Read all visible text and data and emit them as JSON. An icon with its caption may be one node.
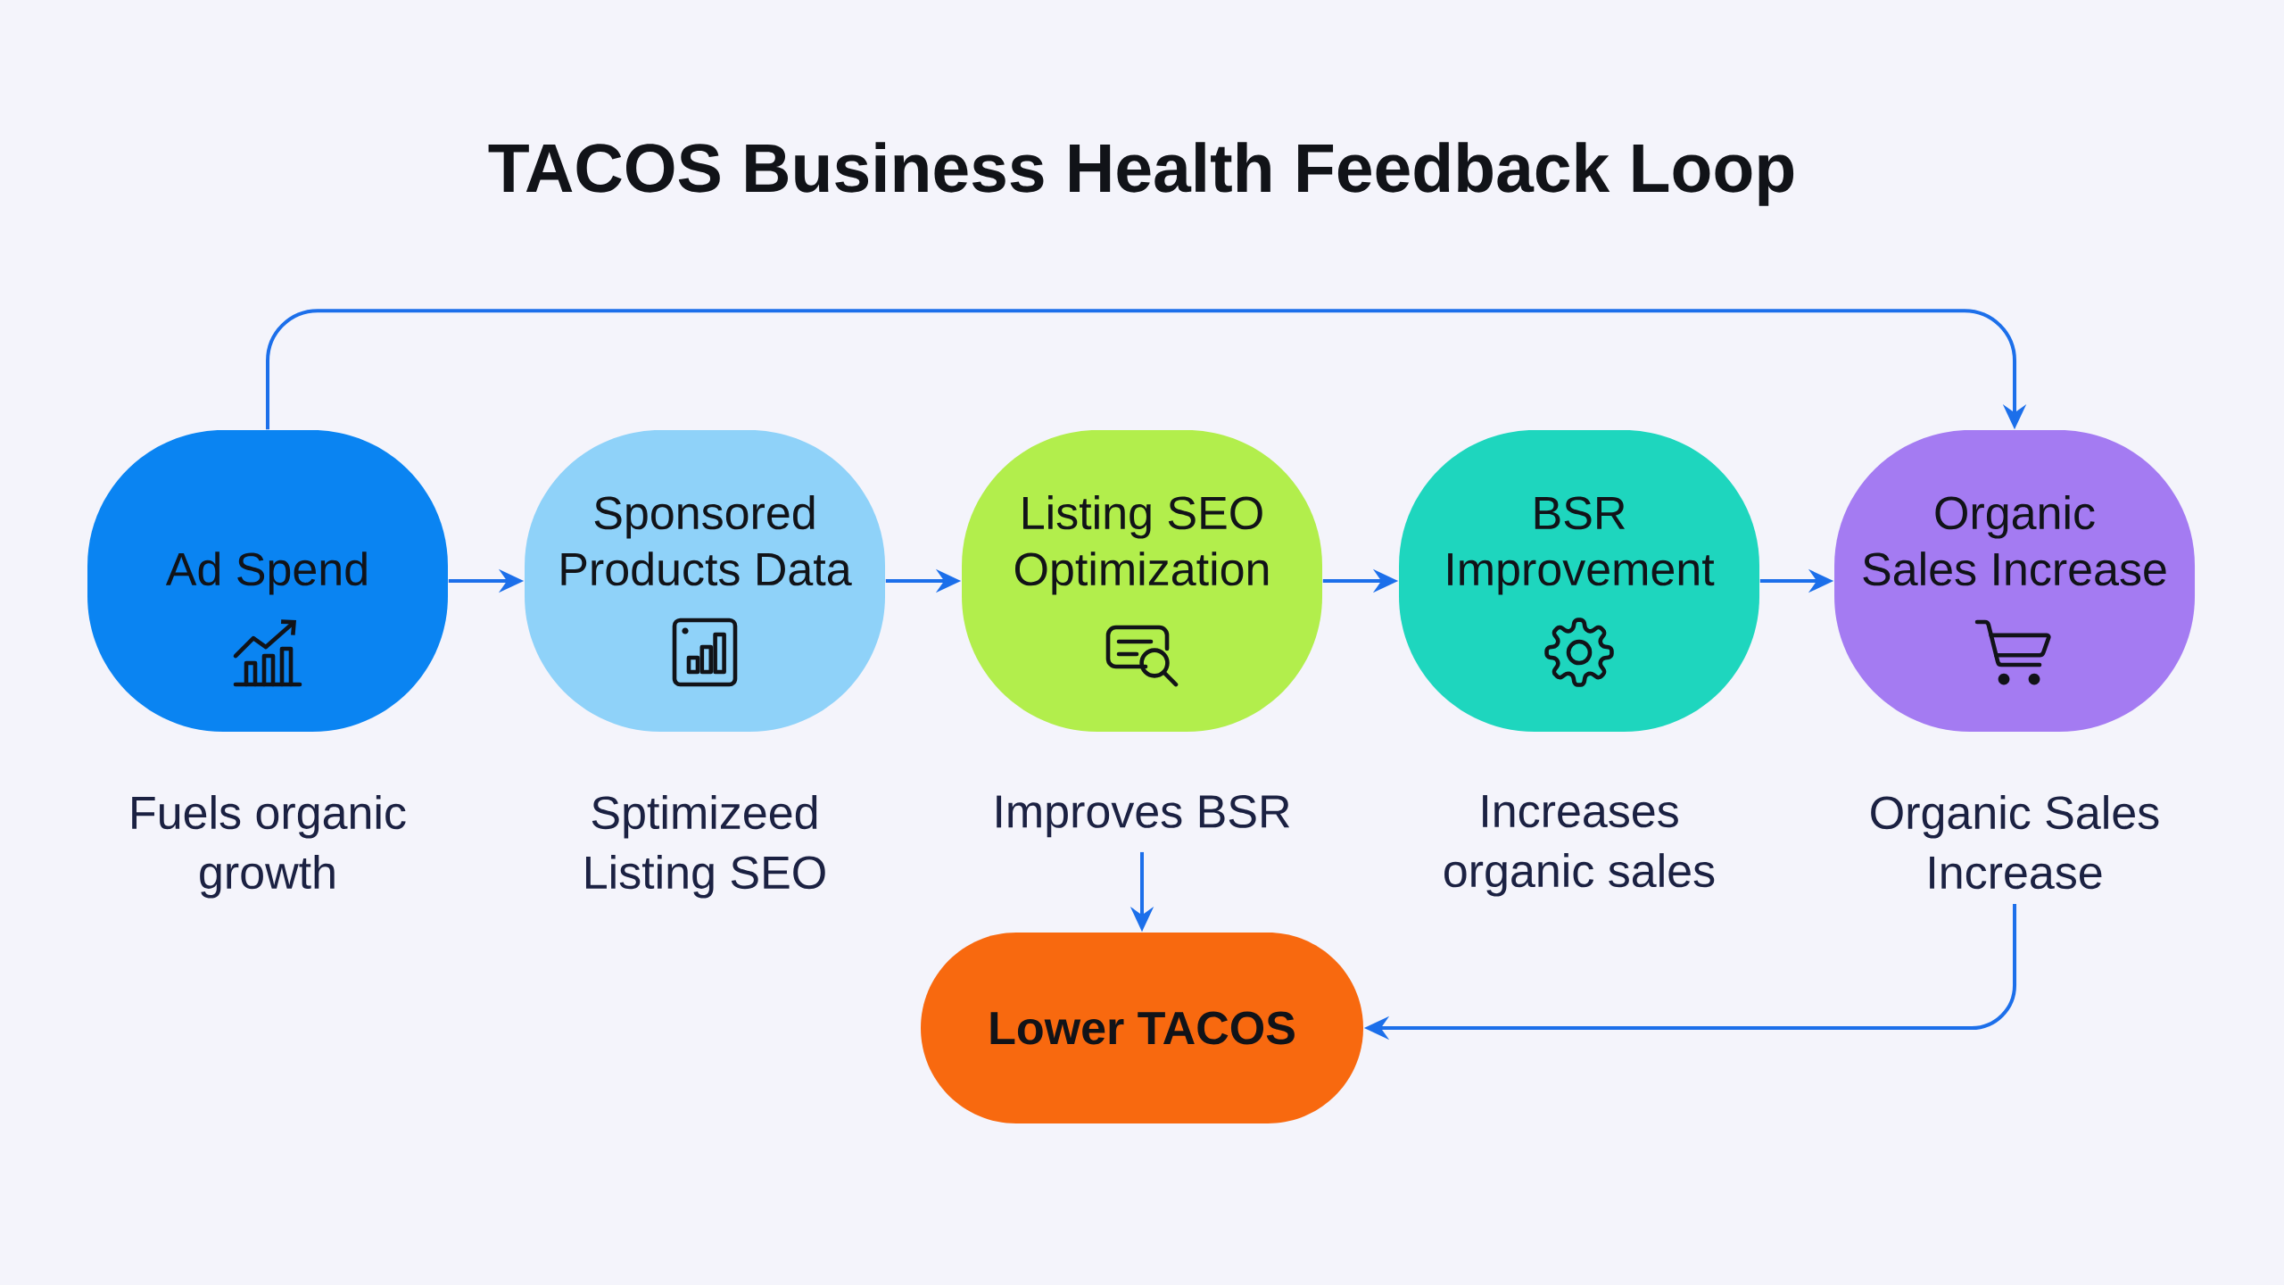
{
  "diagram": {
    "title": "TACOS Business Health Feedback Loop",
    "nodes": [
      {
        "text": [
          "Ad Spend"
        ],
        "beside": [
          "Fuels organic growth"
        ]
      },
      {
        "text": [
          "Sponsored Products Data"
        ],
        "beside": [
          "Sptimizeed Listing SEO"
        ]
      },
      {
        "text": [
          "Listing SEO Optimization"
        ]
      },
      {
        "text": [
          "BSR Improvement"
        ],
        "beside": [
          "Increases organic sales"
        ]
      },
      {
        "text": [
          "Organic Sales Increase"
        ]
      },
      {
        "text": [
          "Improves BSR"
        ]
      },
      {
        "text": [
          "Organic Sales Increase"
        ]
      },
      {
        "text": [
          "Lower TACOS"
        ]
      }
    ],
    "edges": [
      {
        "from": 0,
        "to": 1,
        "arrow": "to"
      },
      {
        "from": 1,
        "to": 2,
        "arrow": "to"
      },
      {
        "from": 2,
        "to": 3,
        "arrow": "to"
      },
      {
        "from": 3,
        "to": 4,
        "arrow": "to"
      },
      {
        "from": 0,
        "to": 4,
        "arrow": "to"
      },
      {
        "from": 5,
        "to": 7,
        "arrow": "to"
      },
      {
        "from": 6,
        "to": 7,
        "arrow": "to"
      }
    ]
  }
}
